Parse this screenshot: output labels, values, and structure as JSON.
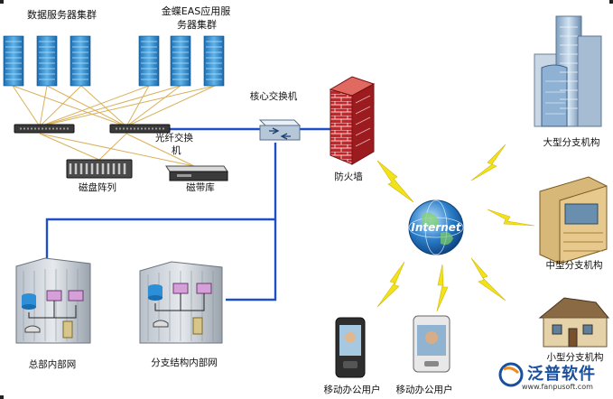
{
  "labels": {
    "data_cluster": "数据服务器集群",
    "eas_cluster_line1": "金蝶EAS应用服",
    "eas_cluster_line2": "务器集群",
    "core_switch": "核心交换机",
    "fiber_switch_line1": "光纤交换",
    "fiber_switch_line2": "机",
    "disk_array": "磁盘阵列",
    "tape_library": "磁带库",
    "firewall": "防火墙",
    "internet": "Internet",
    "hq_network": "总部内部网",
    "branch_network": "分支结构内部网",
    "large_branch": "大型分支机构",
    "medium_branch": "中型分支机构",
    "small_branch": "小型分支机构",
    "mobile_user_1": "移动办公用户",
    "mobile_user_2": "移动办公用户"
  },
  "watermark": {
    "name": "泛普软件",
    "url": "www.fanpusoft.com"
  },
  "colors": {
    "link": "#1f4fc7",
    "san_link": "#d9b15a",
    "bolt": "#f2e21a",
    "server": "#2f8fd0",
    "firewall": "#c0262a",
    "globe": "#1d6fb8"
  },
  "icons": [
    "server-icon",
    "switch-icon",
    "disk-array-icon",
    "tape-library-icon",
    "firewall-icon",
    "globe-icon",
    "building-icon",
    "house-icon",
    "pda-icon",
    "lightning-icon"
  ]
}
